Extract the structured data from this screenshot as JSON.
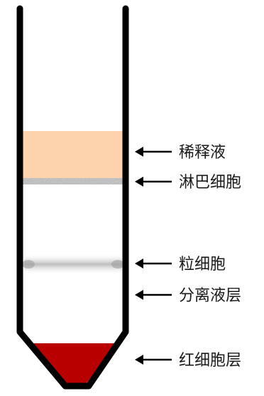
{
  "diagram": {
    "labels": {
      "diluent": "稀释液",
      "lymphocytes": "淋巴细胞",
      "granulocytes": "粒细胞",
      "separation_medium": "分离液层",
      "red_cells": "红细胞层"
    },
    "colors": {
      "tube_wall": "#000000",
      "diluent": "#fdd3ad",
      "lymphocyte_band": "#9a9a9a",
      "granulocyte_band": "#bfbfbf",
      "red_cells": "#b80000",
      "arrow": "#000000"
    }
  }
}
